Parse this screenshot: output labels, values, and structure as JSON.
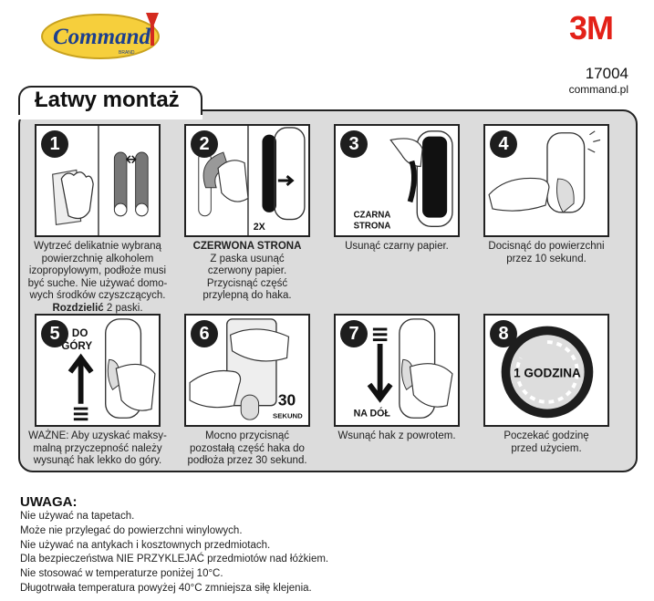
{
  "header": {
    "brand_logo": "Command",
    "brand_sub": "BRAND",
    "company_logo": "3M",
    "product_number": "17004",
    "website": "command.pl"
  },
  "panel": {
    "title": "Łatwy montaż"
  },
  "steps": [
    {
      "number": "1",
      "caption_lines": [
        "Wytrzeć delikatnie wybraną",
        "powierzchnię alkoholem",
        "izopropylowym, podłoże musi",
        "być suche. Nie używać domo-",
        "wych środków czyszczących."
      ],
      "caption_bold": "Rozdzielić",
      "caption_tail": " 2 paski."
    },
    {
      "number": "2",
      "caption_head": "CZERWONA STRONA",
      "caption_lines": [
        "Z paska usunąć",
        "czerwony papier.",
        "Przycisnąć część",
        "przylepną do haka."
      ],
      "image_label": "2X"
    },
    {
      "number": "3",
      "caption_lines": [
        "Usunąć czarny papier."
      ],
      "image_label_1": "CZARNA",
      "image_label_2": "STRONA"
    },
    {
      "number": "4",
      "caption_lines": [
        "Docisnąć do powierzchni",
        "przez 10 sekund."
      ]
    },
    {
      "number": "5",
      "caption_lines": [
        "WAŻNE: Aby uzyskać maksy-",
        "malną przyczepność należy",
        "wysunąć hak lekko do góry."
      ],
      "image_label_1": "DO",
      "image_label_2": "GÓRY"
    },
    {
      "number": "6",
      "caption_lines": [
        "Mocno przycisnąć",
        "pozostałą część haka do",
        "podłoża przez 30 sekund."
      ],
      "image_label_1": "30",
      "image_label_2": "SEKUND"
    },
    {
      "number": "7",
      "caption_lines": [
        "Wsunąć hak z powrotem."
      ],
      "image_label": "NA DÓŁ"
    },
    {
      "number": "8",
      "caption_lines": [
        "Poczekać godzinę",
        "przed użyciem."
      ],
      "image_label": "1 GODZINA"
    }
  ],
  "warning": {
    "title": "UWAGA:",
    "lines": [
      "Nie używać na tapetach.",
      "Może nie przylegać do powierzchni winylowych.",
      "Nie używać na antykach i kosztownych przedmiotach.",
      "Dla bezpieczeństwa NIE PRZYKLEJAĆ przedmiotów nad łóżkiem.",
      "Nie stosować w temperaturze poniżej 10°C.",
      "Długotrwała temperatura powyżej 40°C zmniejsza siłę klejenia."
    ]
  },
  "colors": {
    "brand_yellow": "#f6cf3c",
    "brand_red": "#e32118",
    "panel_gray": "#dcdcdc",
    "dark": "#1e1e1e"
  }
}
